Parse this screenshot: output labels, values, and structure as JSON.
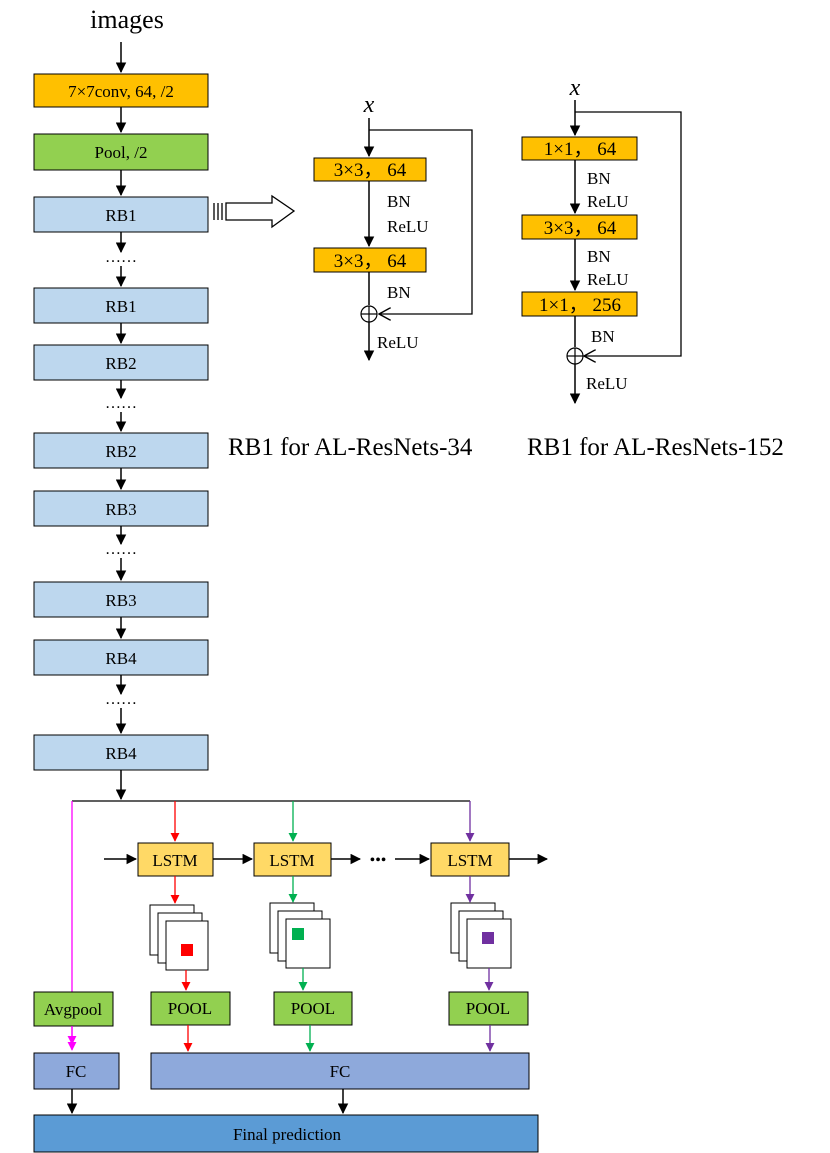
{
  "colors": {
    "orange": "#FFC000",
    "green": "#92D050",
    "light_blue": "#BDD7EE",
    "lstm_yellow": "#FFD966",
    "fc_blue": "#8EA9DB",
    "final_blue": "#5B9BD5",
    "red": "#FF0000",
    "teal": "#00B050",
    "purple": "#7030A0",
    "magenta": "#FF00FF"
  },
  "backbone": {
    "input_label": "images",
    "conv": "7×7conv, 64, /2",
    "pool": "Pool, /2",
    "blocks": [
      "RB1",
      "RB1",
      "RB2",
      "RB2",
      "RB3",
      "RB3",
      "RB4",
      "RB4"
    ],
    "ellipsis": "……"
  },
  "rb34": {
    "input": "x",
    "conv1": "3×3， 64",
    "conv2": "3×3， 64",
    "bn1": "BN",
    "relu1": "ReLU",
    "bn2": "BN",
    "relu_out": "ReLU"
  },
  "rb152": {
    "input": "x",
    "conv1": "1×1， 64",
    "conv2": "3×3， 64",
    "conv3": "1×1， 256",
    "bn1": "BN",
    "relu1": "ReLU",
    "bn2": "BN",
    "relu2": "ReLU",
    "bn3": "BN",
    "relu_out": "ReLU"
  },
  "captions": {
    "rb34": "RB1 for AL-ResNets-34",
    "rb152": "RB1 for AL-ResNets-152"
  },
  "head": {
    "lstm": [
      "LSTM",
      "LSTM",
      "LSTM"
    ],
    "dots": "•••",
    "pool": [
      "POOL",
      "POOL",
      "POOL"
    ],
    "avgpool": "Avgpool",
    "fc_left": "FC",
    "fc_main": "FC",
    "final": "Final prediction"
  }
}
